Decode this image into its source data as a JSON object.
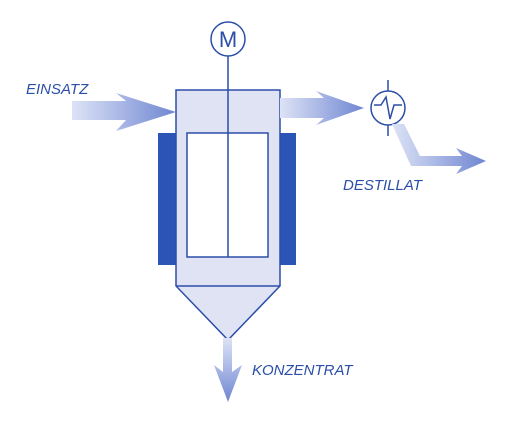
{
  "labels": {
    "feed": "EINSATZ",
    "distillate": "DESTILLAT",
    "concentrate": "KONZENTRAT",
    "motor": "M"
  },
  "colors": {
    "outline": "#2b4ea8",
    "vessel_fill": "#dfe3f4",
    "jacket": "#2c54b6",
    "text": "#2b4ea8",
    "arrow_dark": "#6f86d2",
    "arrow_light": "#dde3f6",
    "background": "#ffffff"
  }
}
